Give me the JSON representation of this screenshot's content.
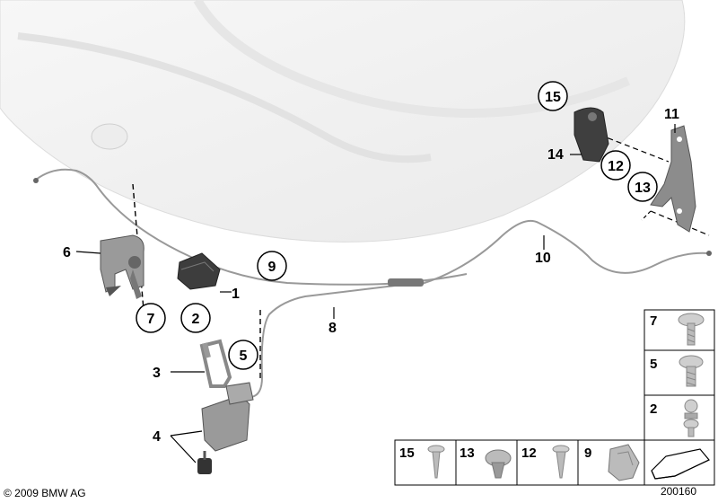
{
  "diagram": {
    "callouts": {
      "c1": "1",
      "c2": "2",
      "c3": "3",
      "c4": "4",
      "c5": "5",
      "c6": "6",
      "c7": "7",
      "c8": "8",
      "c9": "9",
      "c10": "10",
      "c11": "11",
      "c12": "12",
      "c13": "13",
      "c14": "14",
      "c15": "15"
    },
    "parts_table_right": [
      "7",
      "5",
      "2"
    ],
    "parts_table_bottom": [
      "15",
      "13",
      "12",
      "9"
    ]
  },
  "footer": {
    "copyright": "© 2009 BMW AG",
    "figure_id": "200160"
  },
  "colors": {
    "hood_fill": "#f3f3f3",
    "part_gray": "#8a8a8a",
    "part_dark": "#444444",
    "cable": "#999999"
  }
}
